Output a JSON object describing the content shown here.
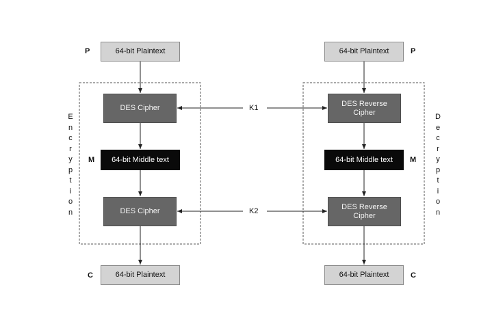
{
  "diagram": {
    "left": {
      "input_label": "P",
      "input_box": "64-bit Plaintext",
      "cipher1": "DES Cipher",
      "middle_label": "M",
      "middle_box": "64-bit Middle text",
      "cipher2": "DES Cipher",
      "output_label": "C",
      "output_box": "64-bit Plaintext",
      "side_label": "E\nn\nc\nr\ny\np\nt\ni\no\nn"
    },
    "right": {
      "input_label": "P",
      "input_box": "64-bit Plaintext",
      "cipher1": "DES Reverse Cipher",
      "middle_label": "M",
      "middle_box": "64-bit Middle text",
      "cipher2": "DES Reverse Cipher",
      "output_label": "C",
      "output_box": "64-bit Plaintext",
      "side_label": "D\ne\nc\nr\ny\np\nt\ni\no\nn"
    },
    "keys": {
      "k1": "K1",
      "k2": "K2"
    },
    "colors": {
      "light_box": "#d3d3d3",
      "cipher_box": "#666666",
      "middle_box": "#0a0a0a"
    }
  }
}
